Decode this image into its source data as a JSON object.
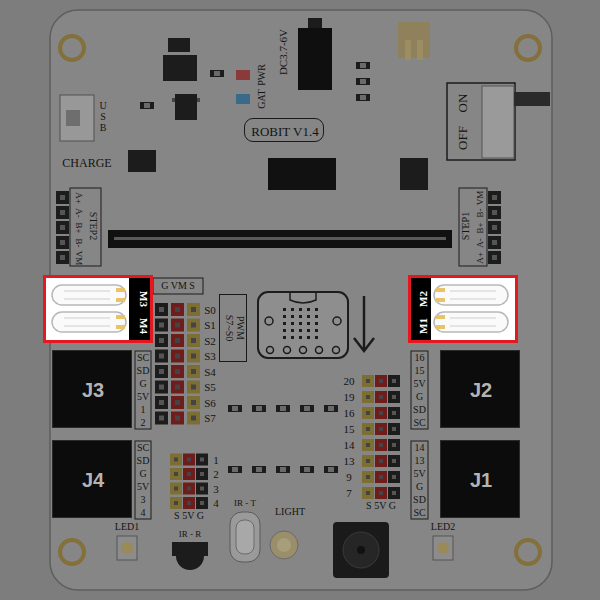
{
  "diagram": {
    "nodes": [
      {
        "text": [
          "ROBIT V1.4"
        ]
      },
      {
        "text": [
          "M3",
          "M4"
        ]
      },
      {
        "text": [
          "M2",
          "M1"
        ]
      },
      {
        "text": [
          "S7~S0",
          "PWM"
        ]
      },
      {
        "text": [
          "J3"
        ]
      },
      {
        "text": [
          "J2"
        ]
      },
      {
        "text": [
          "J4"
        ]
      },
      {
        "text": [
          "J1"
        ]
      }
    ],
    "labels": [
      "DC3.7-6V",
      "PWR",
      "GAT",
      "U S B",
      "OFF",
      "ON",
      "CHARGE",
      "STEP2",
      "A+",
      "A-",
      "B+",
      "B-",
      "VM",
      "STEP1",
      "VM",
      "B-",
      "B+",
      "A-",
      "A+",
      "G VM S",
      "S0",
      "S1",
      "S2",
      "S3",
      "S4",
      "S5",
      "S6",
      "S7",
      "SC",
      "SD",
      "G",
      "5V",
      "1",
      "2",
      "SC",
      "SD",
      "G",
      "5V",
      "3",
      "4",
      "1",
      "2",
      "3",
      "4",
      "S 5V G",
      "20",
      "19",
      "16",
      "15",
      "14",
      "13",
      "9",
      "7",
      "S 5V G",
      "16",
      "15",
      "5V",
      "G",
      "SD",
      "SC",
      "14",
      "13",
      "5V",
      "G",
      "SD",
      "SC",
      "IR - T",
      "LIGHT",
      "IR - R",
      "LED1",
      "LED2"
    ]
  }
}
